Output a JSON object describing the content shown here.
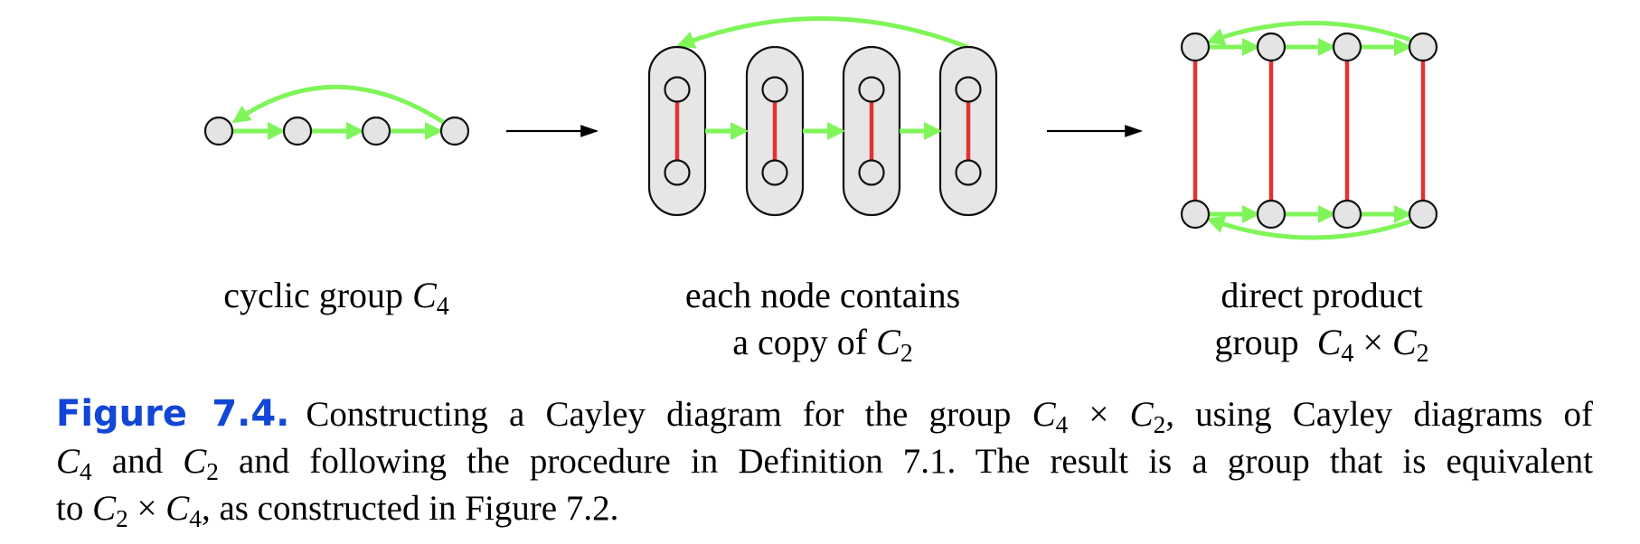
{
  "panels": [
    {
      "label": [
        "cyclic group ",
        "C",
        "4"
      ]
    },
    {
      "label_line1": "each node contains",
      "label_line2": [
        "a copy of ",
        "C",
        "2"
      ]
    },
    {
      "label_line1": "direct product",
      "label_line2": [
        "group  ",
        "C",
        "4",
        " × ",
        "C",
        "2"
      ]
    }
  ],
  "colors": {
    "green_arrow": "#7ff55a",
    "red_edge": "#e23232",
    "node_fill": "#e4e4e4"
  },
  "caption": {
    "figure_label": "Figure 7.4.",
    "line1": [
      "Constructing a Cayley diagram for the group ",
      "C",
      "4",
      " × ",
      "C",
      "2",
      ", using Cayley diagrams of"
    ],
    "line2": [
      "C",
      "4",
      " and ",
      "C",
      "2",
      " and following the procedure in Definition 7.1. The result is a group that is equivalent"
    ],
    "line3": [
      "to ",
      "C",
      "2",
      " × ",
      "C",
      "4",
      ", as constructed in Figure 7.2."
    ]
  }
}
